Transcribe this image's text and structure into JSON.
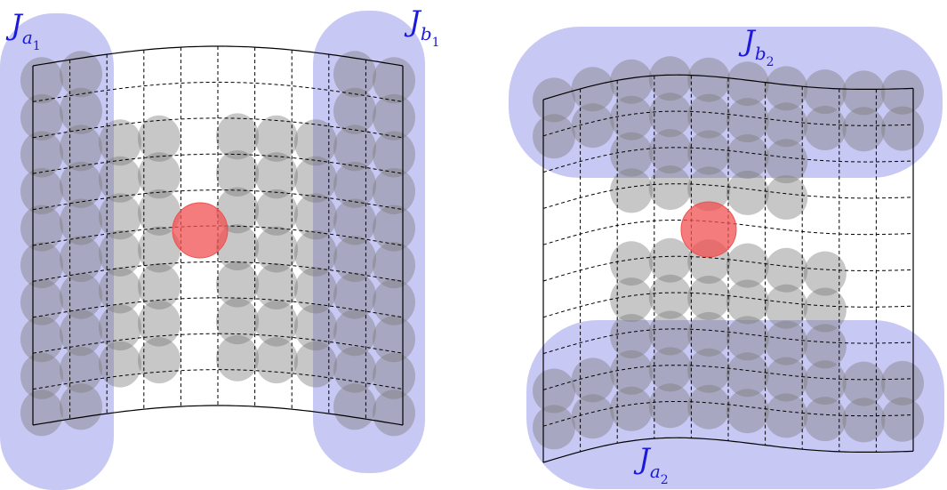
{
  "colors": {
    "region": "#c8c8f4",
    "disc": "#7a7a7a",
    "highlight": "#f05050",
    "outline": "#000000",
    "label": "#1a1ad8"
  },
  "labels": {
    "ja1": {
      "main": "J",
      "sub": "a",
      "subsub": "1"
    },
    "jb1": {
      "main": "J",
      "sub": "b",
      "subsub": "1"
    },
    "jb2": {
      "main": "J",
      "sub": "b",
      "subsub": "2"
    },
    "ja2": {
      "main": "J",
      "sub": "a",
      "subsub": "2"
    }
  },
  "left_panel": {
    "grid_columns": 10,
    "grid_rows": 10,
    "highlight_cell": [
      4,
      4
    ]
  },
  "right_panel": {
    "grid_columns": 10,
    "grid_rows": 10,
    "highlight_cell": [
      4,
      4
    ]
  }
}
